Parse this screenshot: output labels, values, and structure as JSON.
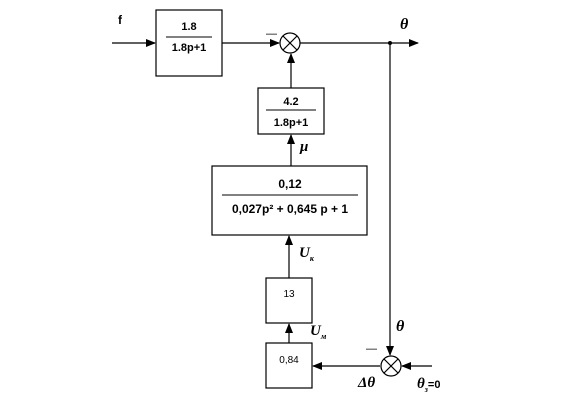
{
  "input_signal": "f",
  "output_signal": "θ",
  "feedback_signal": "θ",
  "reference_signal": {
    "symbol": "θ",
    "subscript": "з",
    "value": "=0"
  },
  "error_signal": "Δθ",
  "summing_sign": "—",
  "blocks": {
    "disturbance": {
      "num": "1.8",
      "den": "1.8p+1"
    },
    "plant": {
      "num": "4.2",
      "den": "1.8p+1"
    },
    "actuator": {
      "num": "0,12",
      "den": "0,027p² + 0,645 p + 1"
    },
    "amplifier": {
      "gain": "13"
    },
    "sensor": {
      "gain": "0,84"
    }
  },
  "signals": {
    "mu": "μ",
    "u_k": {
      "symbol": "U",
      "subscript": "к"
    },
    "u_m": {
      "symbol": "U",
      "subscript": "м"
    }
  }
}
